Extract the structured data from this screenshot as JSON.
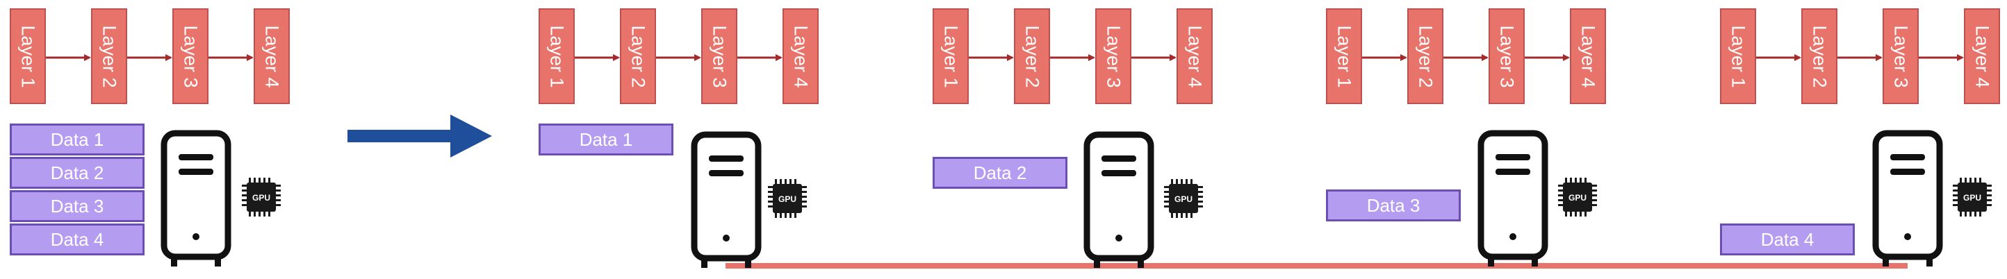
{
  "layers": [
    "Layer 1",
    "Layer 2",
    "Layer 3",
    "Layer 4"
  ],
  "data_labels": [
    "Data 1",
    "Data 2",
    "Data 3",
    "Data 4"
  ],
  "gpu_label": "GPU",
  "colors": {
    "layer_fill": "#e8736a",
    "layer_border": "#c0504d",
    "layer_arrow": "#a52a2a",
    "data_fill": "#b49cf0",
    "data_border": "#6c4fb0",
    "big_arrow": "#1f4e9a",
    "connection_line": "#e8736a",
    "server": "#111111",
    "chip": "#1a1a1a"
  },
  "icons": [
    "server-icon",
    "gpu-chip-icon",
    "right-arrow-icon"
  ]
}
